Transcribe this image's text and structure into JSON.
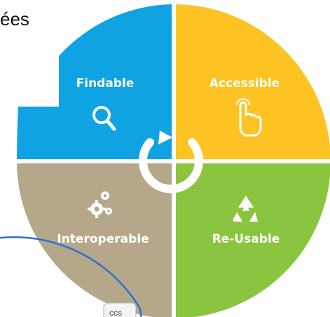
{
  "corner_text": "ées",
  "diagram": {
    "quadrants": [
      {
        "key": "findable",
        "label": "Findable",
        "icon": "magnifier-icon",
        "color": "#0FA3E3"
      },
      {
        "key": "accessible",
        "label": "Accessible",
        "icon": "hand-pointer-icon",
        "color": "#FDC322"
      },
      {
        "key": "interoperable",
        "label": "Interoperable",
        "icon": "gears-icon",
        "color": "#B5A88A"
      },
      {
        "key": "reusable",
        "label": "Re-Usable",
        "icon": "recycle-icon",
        "color": "#8BC53F"
      }
    ],
    "center_icon": "cycle-arrow-icon",
    "divider_color": "#ffffff"
  },
  "overlay": {
    "circle_color": "#2F6FD0",
    "button_fragment": "ccs"
  }
}
